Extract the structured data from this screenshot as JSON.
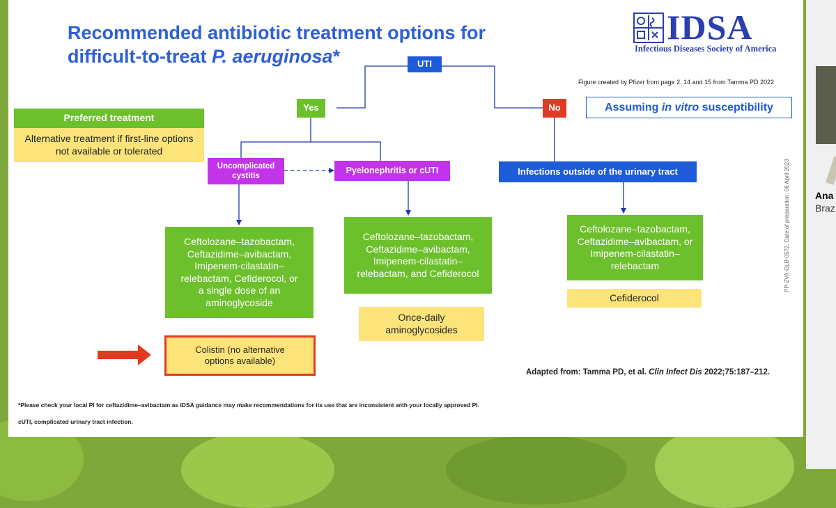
{
  "slide": {
    "title_line1": "Recommended antibiotic treatment options for",
    "title_line2_prefix": "difficult-to-treat ",
    "title_line2_italic": "P. aeruginosa",
    "title_line2_suffix": "*",
    "credit": "Figure created by Pfizer from page 2, 14 and 15 from Tamma PD 2022",
    "vertical_note": "PP-ZVA-GLB-0572. Date of preparation: 06 April 2023"
  },
  "logo": {
    "name": "IDSA",
    "subtitle": "Infectious Diseases Society of America",
    "emblem": "caduceus-emblem-icon"
  },
  "legend": {
    "preferred": "Preferred treatment",
    "alternative": "Alternative treatment if first-line options not available or tolerated"
  },
  "flowchart": {
    "root": "UTI",
    "yes": "Yes",
    "no": "No",
    "assumption_prefix": "Assuming ",
    "assumption_italic": "in vitro",
    "assumption_suffix": " susceptibility",
    "uncomplicated": "Uncomplicated cystitis",
    "pyelo": "Pyelonephritis or cUTI",
    "outside": "Infections outside of the urinary tract",
    "uncomplicated_preferred": "Ceftolozane–tazobactam, Ceftazidime–avibactam, Imipenem-cilastatin–relebactam, Cefiderocol, or a single dose of an aminoglycoside",
    "uncomplicated_alternative": "Colistin (no alternative options available)",
    "pyelo_preferred": "Ceftolozane–tazobactam, Ceftazidime–avibactam, Imipenem-cilastatin–relebactam, and Cefiderocol",
    "pyelo_alternative": "Once-daily aminoglycosides",
    "outside_preferred": "Ceftolozane–tazobactam, Ceftazidime–avibactam, or Imipenem-cilastatin–relebactam",
    "outside_alternative": "Cefiderocol",
    "pointer": "red-arrow-icon"
  },
  "reference": {
    "prefix": "Adapted from: Tamma PD, et al. ",
    "journal": "Clin Infect Dis",
    "suffix": " 2022;75:187–212."
  },
  "footnotes": {
    "note1": "*Please check your local PI for ceftazidime–avibactam as IDSA guidance may make recommendations for its use that are inconsistent with your locally approved PI.",
    "note2": "cUTI, complicated urinary tract infection."
  },
  "speaker": {
    "name_fragment": "Ana",
    "location_fragment": "Braz"
  },
  "colors": {
    "title_blue": "#2e5fd6",
    "preferred_green": "#6cc02c",
    "alternative_yellow": "#fde47a",
    "purple": "#c234e8",
    "blue": "#1d5bd8",
    "red": "#e03a24",
    "background_green": "#7fa83a"
  }
}
